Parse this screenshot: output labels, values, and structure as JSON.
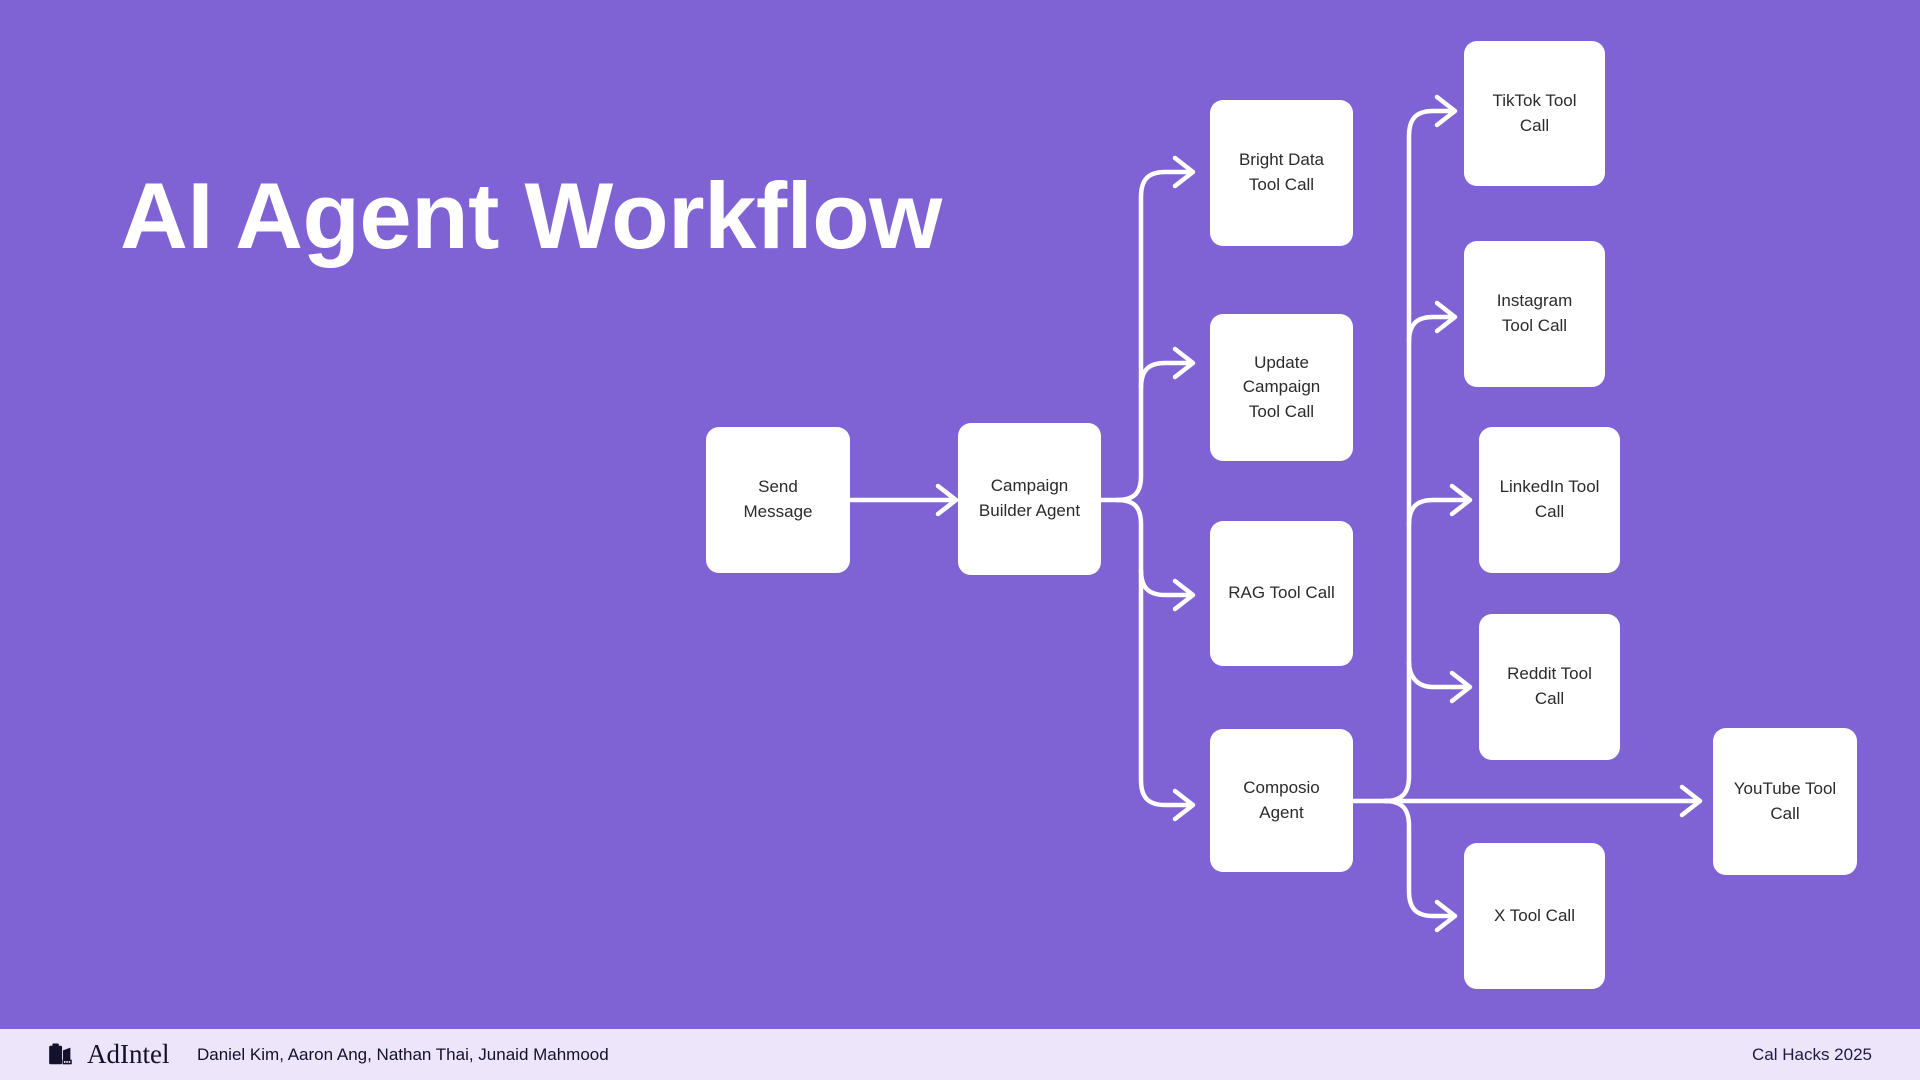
{
  "slide": {
    "title": "AI Agent Workflow",
    "background_color": "#7f62d4",
    "node_fill": "#ffffff",
    "node_text_color": "#2b2b2b",
    "connector_color": "#ffffff"
  },
  "diagram": {
    "type": "flowchart",
    "nodes": [
      {
        "id": "send-message",
        "label": "Send\nMessage",
        "column": 1
      },
      {
        "id": "campaign-builder",
        "label": "Campaign\nBuilder Agent",
        "column": 2
      },
      {
        "id": "bright-data",
        "label": "Bright Data\nTool Call",
        "column": 3
      },
      {
        "id": "update-campaign",
        "label": "Update\nCampaign\nTool Call",
        "column": 3
      },
      {
        "id": "rag",
        "label": "RAG Tool Call",
        "column": 3
      },
      {
        "id": "composio",
        "label": "Composio\nAgent",
        "column": 3
      },
      {
        "id": "tiktok",
        "label": "TikTok Tool\nCall",
        "column": 4
      },
      {
        "id": "instagram",
        "label": "Instagram\nTool Call",
        "column": 4
      },
      {
        "id": "linkedin",
        "label": "LinkedIn Tool\nCall",
        "column": 4
      },
      {
        "id": "reddit",
        "label": "Reddit Tool\nCall",
        "column": 4
      },
      {
        "id": "x",
        "label": "X Tool Call",
        "column": 4
      },
      {
        "id": "youtube",
        "label": "YouTube Tool\nCall",
        "column": 5
      }
    ],
    "edges": [
      {
        "from": "send-message",
        "to": "campaign-builder"
      },
      {
        "from": "campaign-builder",
        "to": "bright-data"
      },
      {
        "from": "campaign-builder",
        "to": "update-campaign"
      },
      {
        "from": "campaign-builder",
        "to": "rag"
      },
      {
        "from": "campaign-builder",
        "to": "composio"
      },
      {
        "from": "composio",
        "to": "tiktok"
      },
      {
        "from": "composio",
        "to": "instagram"
      },
      {
        "from": "composio",
        "to": "linkedin"
      },
      {
        "from": "composio",
        "to": "reddit"
      },
      {
        "from": "composio",
        "to": "x"
      },
      {
        "from": "composio",
        "to": "youtube"
      }
    ]
  },
  "footer": {
    "logo_icon": "film-camera-icon",
    "logo_text": "AdIntel",
    "authors": "Daniel Kim, Aaron Ang, Nathan Thai, Junaid Mahmood",
    "event": "Cal Hacks 2025",
    "background_color": "#ede6fa"
  }
}
